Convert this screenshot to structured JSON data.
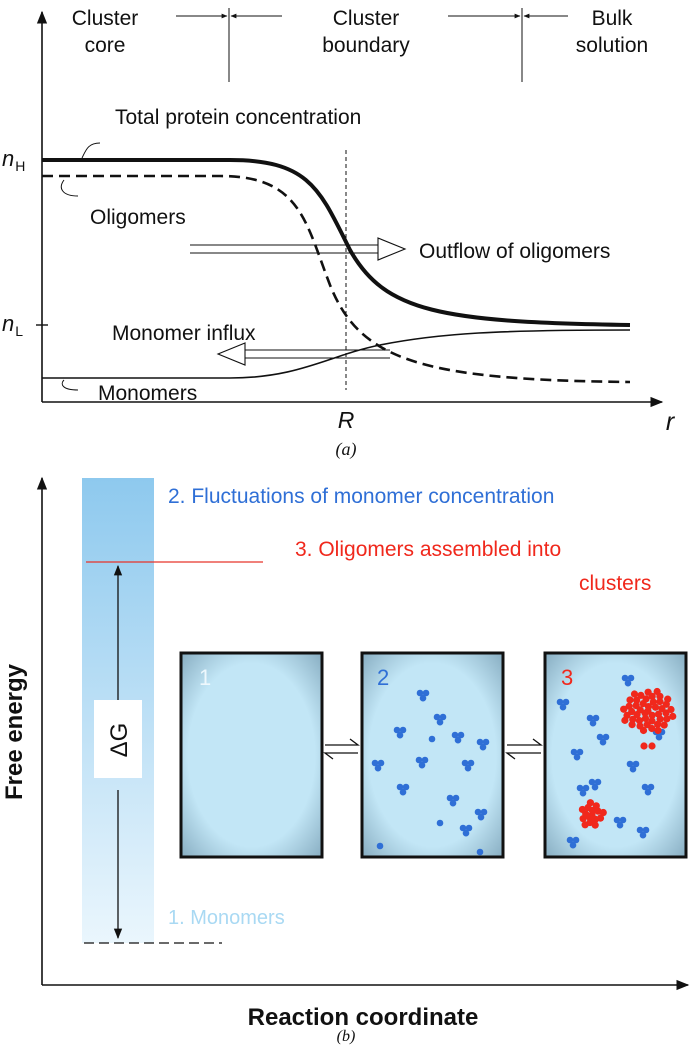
{
  "panel_a": {
    "regions": {
      "core_line1": "Cluster",
      "core_line2": "core",
      "boundary_line1": "Cluster",
      "boundary_line2": "boundary",
      "bulk_line1": "Bulk",
      "bulk_line2": "solution"
    },
    "y_labels": {
      "nH_base": "n",
      "nH_sub": "H",
      "nL_base": "n",
      "nL_sub": "L"
    },
    "x_labels": {
      "R": "R",
      "r": "r"
    },
    "annotations": {
      "total": "Total protein concentration",
      "oligomers": "Oligomers",
      "outflow": "Outflow of oligomers",
      "influx": "Monomer influx",
      "monomers": "Monomers"
    },
    "caption": "(a)"
  },
  "panel_b": {
    "y_axis": "Free energy",
    "x_axis": "Reaction coordinate",
    "delta_g": "ΔG",
    "label_2": "2. Fluctuations of monomer concentration",
    "label_3_line1": "3. Oligomers assembled into",
    "label_3_line2": "clusters",
    "label_1": "1. Monomers",
    "box_1": "1",
    "box_2": "2",
    "box_3": "3",
    "caption": "(b)",
    "colors": {
      "monomer": "#2f6fd6",
      "cluster": "#f0281c",
      "box_fill": "#bfe3f5"
    }
  }
}
